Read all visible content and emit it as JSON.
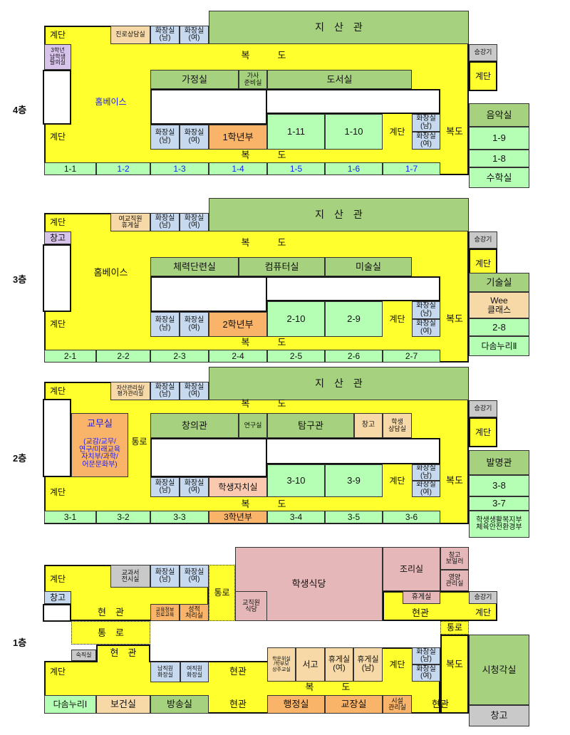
{
  "floors": [
    {
      "name": "4층",
      "rooms": [
        "계단",
        "진로상담실",
        "화장실\n(남)",
        "화장실\n(여)",
        "지　산　관",
        "3학년\n남학생\n탈의실",
        "복　　　도",
        "승강기",
        "계단",
        "가정실",
        "가사\n준비실",
        "도서실",
        "홈베이스",
        "계단",
        "화장실\n(남)",
        "화장실\n(여)",
        "1학년부",
        "1-11",
        "1-10",
        "계단",
        "화장실\n(남)",
        "화장실\n(여)",
        "복도",
        "복　　　도",
        "1-1",
        "1-2",
        "1-3",
        "1-4",
        "1-5",
        "1-6",
        "1-7",
        "음악실",
        "1-9",
        "1-8",
        "수학실"
      ]
    },
    {
      "name": "3층",
      "rooms": [
        "계단",
        "여교직원\n휴게실",
        "화장실\n(남)",
        "화장실\n(여)",
        "지　산　관",
        "창고",
        "복　　　도",
        "승강기",
        "계단",
        "체력단련실",
        "컴퓨터실",
        "미술실",
        "홈베이스",
        "계단",
        "화장실\n(남)",
        "화장실\n(여)",
        "2학년부",
        "2-10",
        "2-9",
        "계단",
        "화장실\n(남)",
        "화장실\n(여)",
        "복도",
        "복　　　도",
        "2-1",
        "2-2",
        "2-3",
        "2-4",
        "2-5",
        "2-6",
        "2-7",
        "기술실",
        "Wee\n클래스",
        "2-8",
        "다솜누리Ⅱ"
      ]
    },
    {
      "name": "2층",
      "rooms": [
        "계단",
        "자산관리실/\n평가관리실",
        "화장실\n(남)",
        "화장실\n(여)",
        "지　산　관",
        "복　　　도",
        "승강기",
        "계단",
        "교무실",
        "(교감/교무/\n연구/미래교육\n자치부/과학/\n어문문화부)",
        "통로",
        "창의관",
        "연구실",
        "탐구관",
        "창고",
        "학생\n상담실",
        "계단",
        "화장실\n(남)",
        "화장실\n(여)",
        "학생자치실",
        "3-10",
        "3-9",
        "계단",
        "화장실\n(남)",
        "화장실\n(여)",
        "복도",
        "복　　　도",
        "3-1",
        "3-2",
        "3-3",
        "3학년부",
        "3-4",
        "3-5",
        "3-6",
        "발명관",
        "3-8",
        "3-7",
        "학생생활복지부\n체육안전환경부"
      ]
    },
    {
      "name": "1층",
      "rooms": [
        "통로",
        "학생식당",
        "교직원\n식당",
        "조리실",
        "창고\n보일러",
        "영양\n관리실",
        "휴게실",
        "승강기",
        "계단",
        "현관",
        "계단",
        "교과서\n전시실",
        "화장실\n(남)",
        "화장실\n(여)",
        "창고",
        "현　관",
        "교육정보\n진로교육",
        "성적\n처리실",
        "통　로",
        "통로",
        "숙직실",
        "현　관",
        "남직원\n화장실",
        "여직원\n화장실",
        "학운위실\n/학부모\n상주교실",
        "서고",
        "휴게실\n(여)",
        "휴게실\n(남)",
        "계단",
        "화장실\n(남)",
        "화장실\n(여)",
        "복도",
        "계단",
        "현관",
        "복　　　도",
        "다솜누리Ⅰ",
        "보건실",
        "방송실",
        "현관",
        "행정실",
        "교장실",
        "시설\n관리실",
        "현관",
        "시청각실",
        "창고"
      ]
    }
  ]
}
